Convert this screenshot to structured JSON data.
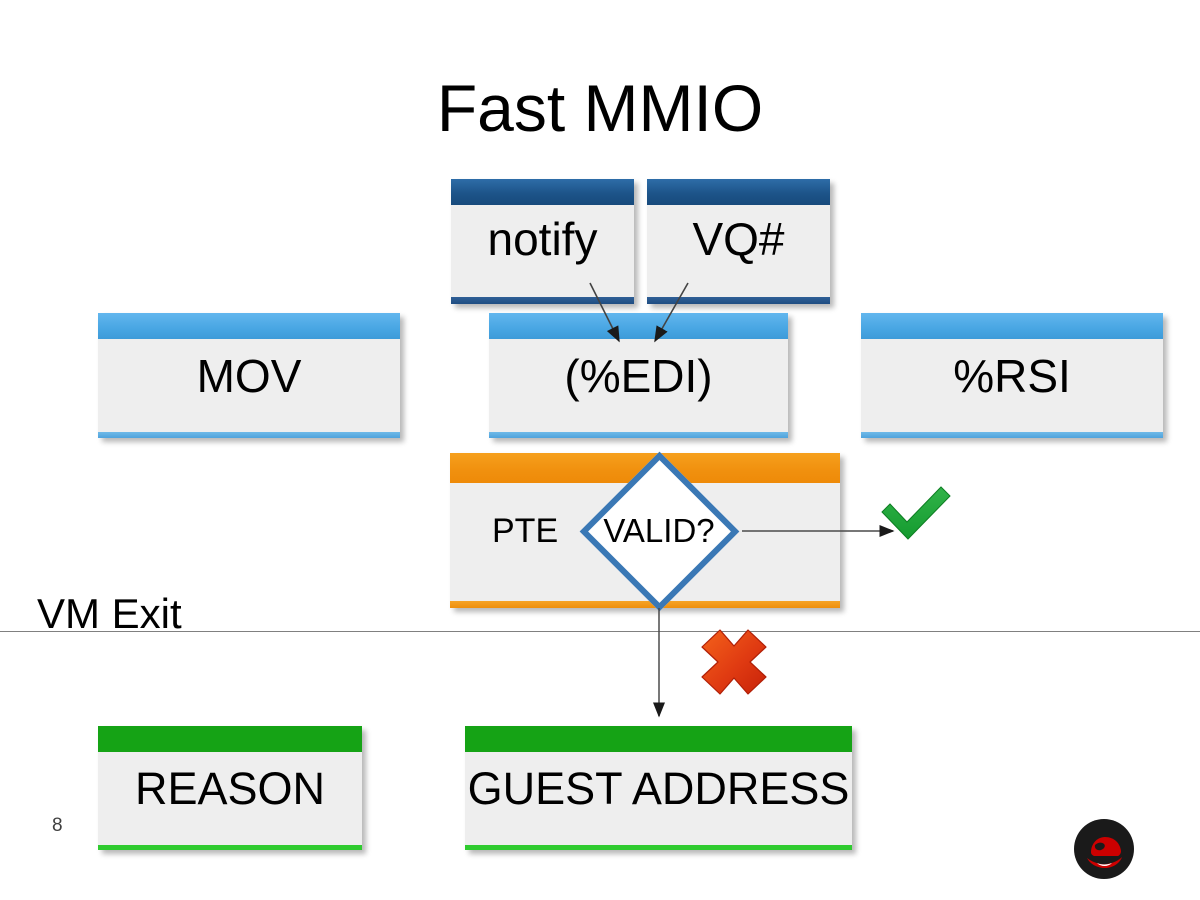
{
  "slide": {
    "title": "Fast MMIO",
    "page_number": "8",
    "background_color": "#ffffff"
  },
  "boxes": {
    "notify": {
      "label": "notify",
      "header_color": "#1d5489",
      "body_color": "#eeeeee"
    },
    "vq": {
      "label": "VQ#",
      "header_color": "#1d5489",
      "body_color": "#eeeeee"
    },
    "mov": {
      "label": "MOV",
      "header_color": "#4aa7e4",
      "body_color": "#eeeeee"
    },
    "edi": {
      "label": "(%EDI)",
      "header_color": "#4aa7e4",
      "body_color": "#eeeeee"
    },
    "rsi": {
      "label": "%RSI",
      "header_color": "#4aa7e4",
      "body_color": "#eeeeee"
    },
    "pte": {
      "label": "PTE",
      "header_color": "#f1910f",
      "body_color": "#eeeeee"
    },
    "reason": {
      "label": "REASON",
      "header_color": "#15a315",
      "body_color": "#eeeeee"
    },
    "guest_address": {
      "label": "GUEST ADDRESS",
      "header_color": "#15a315",
      "body_color": "#eeeeee"
    }
  },
  "decision": {
    "label": "VALID?",
    "outline_color": "#3a78b5",
    "fill_color": "#ffffff"
  },
  "divider": {
    "label": "VM Exit",
    "line_color": "#808080"
  },
  "icons": {
    "check": {
      "name": "green-check-icon",
      "color": "#1faa3c",
      "meaning": "valid"
    },
    "cross": {
      "name": "red-cross-icon",
      "color": "#e03b12",
      "meaning": "invalid"
    },
    "logo": {
      "name": "red-hat-logo",
      "color": "#cc0000"
    }
  },
  "connectors": [
    {
      "from": "notify",
      "to": "edi",
      "style": "arrow"
    },
    {
      "from": "vq",
      "to": "edi",
      "style": "arrow"
    },
    {
      "from": "decision-valid",
      "to": "check-icon",
      "style": "arrow"
    },
    {
      "from": "decision-valid",
      "to": "guest-address",
      "style": "arrow"
    }
  ]
}
